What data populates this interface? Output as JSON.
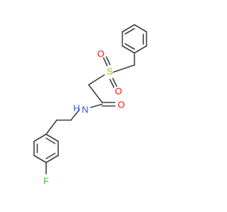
{
  "molecule": {
    "colors": {
      "bond": "#404040",
      "oxygen": "#ff0d0d",
      "sulfur": "#b2b200",
      "nitrogen": "#3050f8",
      "fluorine": "#33cc33"
    },
    "labels": {
      "sulfur": "S",
      "sulfonyl_oxygen_left": "O",
      "sulfonyl_oxygen_right": "O",
      "amide_oxygen": "O",
      "amide_nitrogen": "N",
      "amide_hydrogen": "H",
      "fluorine": "F"
    }
  }
}
